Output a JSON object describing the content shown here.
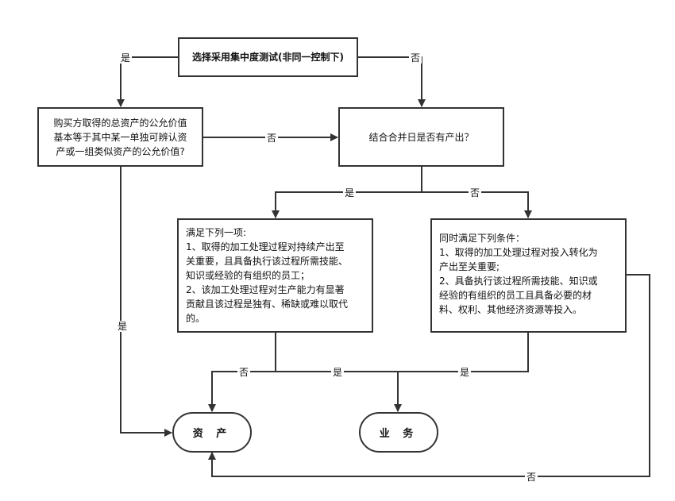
{
  "nodes": {
    "start": "选择采用集中度测试(非同一控制下)",
    "fair_value": [
      "购买方取得的总资产的公允价值",
      "基本等于其中某一单独可辨认资",
      "产或一组类似资产的公允价值?"
    ],
    "has_output": "结合合并日是否有产出？",
    "cond_a": [
      "满足下列一项:",
      "1、取得的加工处理过程对持续产出至",
      "关重要，且具备执行该过程所需技能、",
      "知识或经验的有组织的员工；",
      "2、该加工处理过程对生产能力有显著",
      "贡献且该过程是独有、稀缺或难以取代",
      "的。"
    ],
    "cond_b": [
      "同时满足下列条件：",
      "1、取得的加工处理过程对投入转化为",
      "产出至关重要;",
      "2、具备执行该过程所需技能、知识或",
      "经验的有组织的员工且具备必要的材",
      "料、权利、其他经济资源等投入。"
    ],
    "asset": "资 产",
    "business": "业 务"
  },
  "labels": {
    "start_yes": "是",
    "start_no": "否",
    "fv_no": "否",
    "fv_yes": "是",
    "output_yes": "是",
    "output_no": "否",
    "a_no": "否",
    "a_yes": "是",
    "b_yes": "是",
    "b_no": "否"
  }
}
